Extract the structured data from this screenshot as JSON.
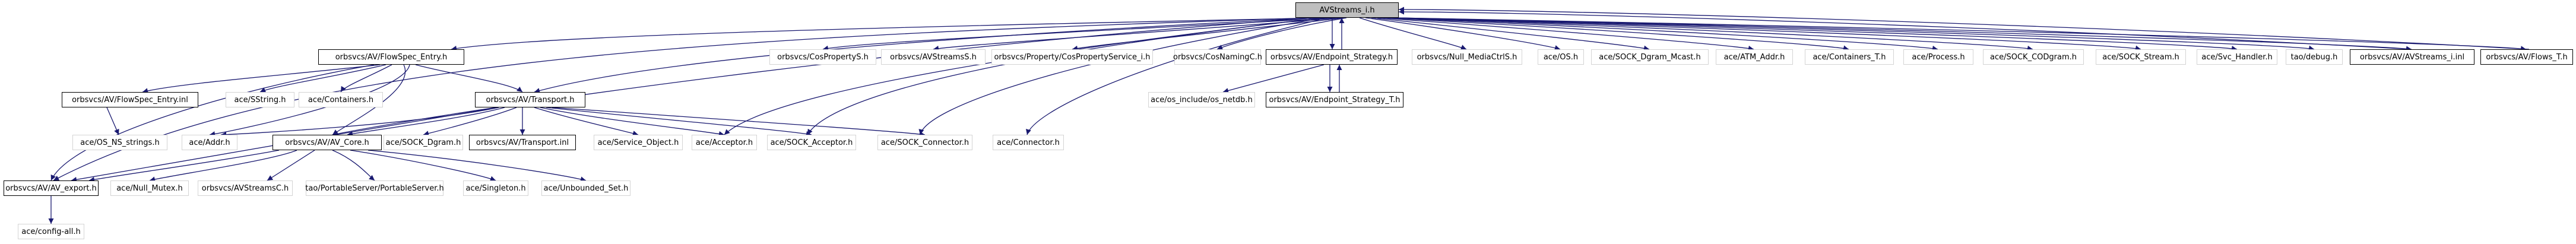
{
  "colors": {
    "edge": "#191970",
    "box_border": "#000000",
    "plain_border": "#d4d4d4",
    "root_fill": "#bfbfbf"
  },
  "nodes": {
    "root": "AVStreams_i.h",
    "flowspec_entry_h": "orbsvcs/AV/FlowSpec_Entry.h",
    "flowspec_entry_inl": "orbsvcs/AV/FlowSpec_Entry.inl",
    "os_ns_strings": "ace/OS_NS_strings.h",
    "sstring": "ace/SString.h",
    "containers": "ace/Containers.h",
    "transport_h": "orbsvcs/AV/Transport.h",
    "transport_inl": "orbsvcs/AV/Transport.inl",
    "addr": "ace/Addr.h",
    "av_core": "orbsvcs/AV/AV_Core.h",
    "sock_dgram": "ace/SOCK_Dgram.h",
    "service_object": "ace/Service_Object.h",
    "acceptor": "ace/Acceptor.h",
    "sock_acceptor": "ace/SOCK_Acceptor.h",
    "sock_connector": "ace/SOCK_Connector.h",
    "connector": "ace/Connector.h",
    "av_export": "orbsvcs/AV/AV_export.h",
    "config_all": "ace/config-all.h",
    "null_mutex": "ace/Null_Mutex.h",
    "avstreamsc": "orbsvcs/AVStreamsC.h",
    "portable_server": "tao/PortableServer/PortableServer.h",
    "singleton": "ace/Singleton.h",
    "unbounded_set": "ace/Unbounded_Set.h",
    "cospropertys": "orbsvcs/CosPropertyS.h",
    "avstreamss": "orbsvcs/AVStreamsS.h",
    "cosproperty_service_i": "orbsvcs/Property/CosPropertyService_i.h",
    "cosnamingc": "orbsvcs/CosNamingC.h",
    "endpoint_strategy_h": "orbsvcs/AV/Endpoint_Strategy.h",
    "os_netdb": "ace/os_include/os_netdb.h",
    "endpoint_strategy_t": "orbsvcs/AV/Endpoint_Strategy_T.h",
    "null_mediactrls": "orbsvcs/Null_MediaCtrlS.h",
    "os_h": "ace/OS.h",
    "sock_dgram_mcast": "ace/SOCK_Dgram_Mcast.h",
    "atm_addr": "ace/ATM_Addr.h",
    "containers_t": "ace/Containers_T.h",
    "process": "ace/Process.h",
    "sock_codgram": "ace/SOCK_CODgram.h",
    "sock_stream": "ace/SOCK_Stream.h",
    "svc_handler": "ace/Svc_Handler.h",
    "tao_debug": "tao/debug.h",
    "avstreams_i_inl": "orbsvcs/AV/AVStreams_i.inl",
    "flows_t": "orbsvcs/AV/Flows_T.h"
  }
}
